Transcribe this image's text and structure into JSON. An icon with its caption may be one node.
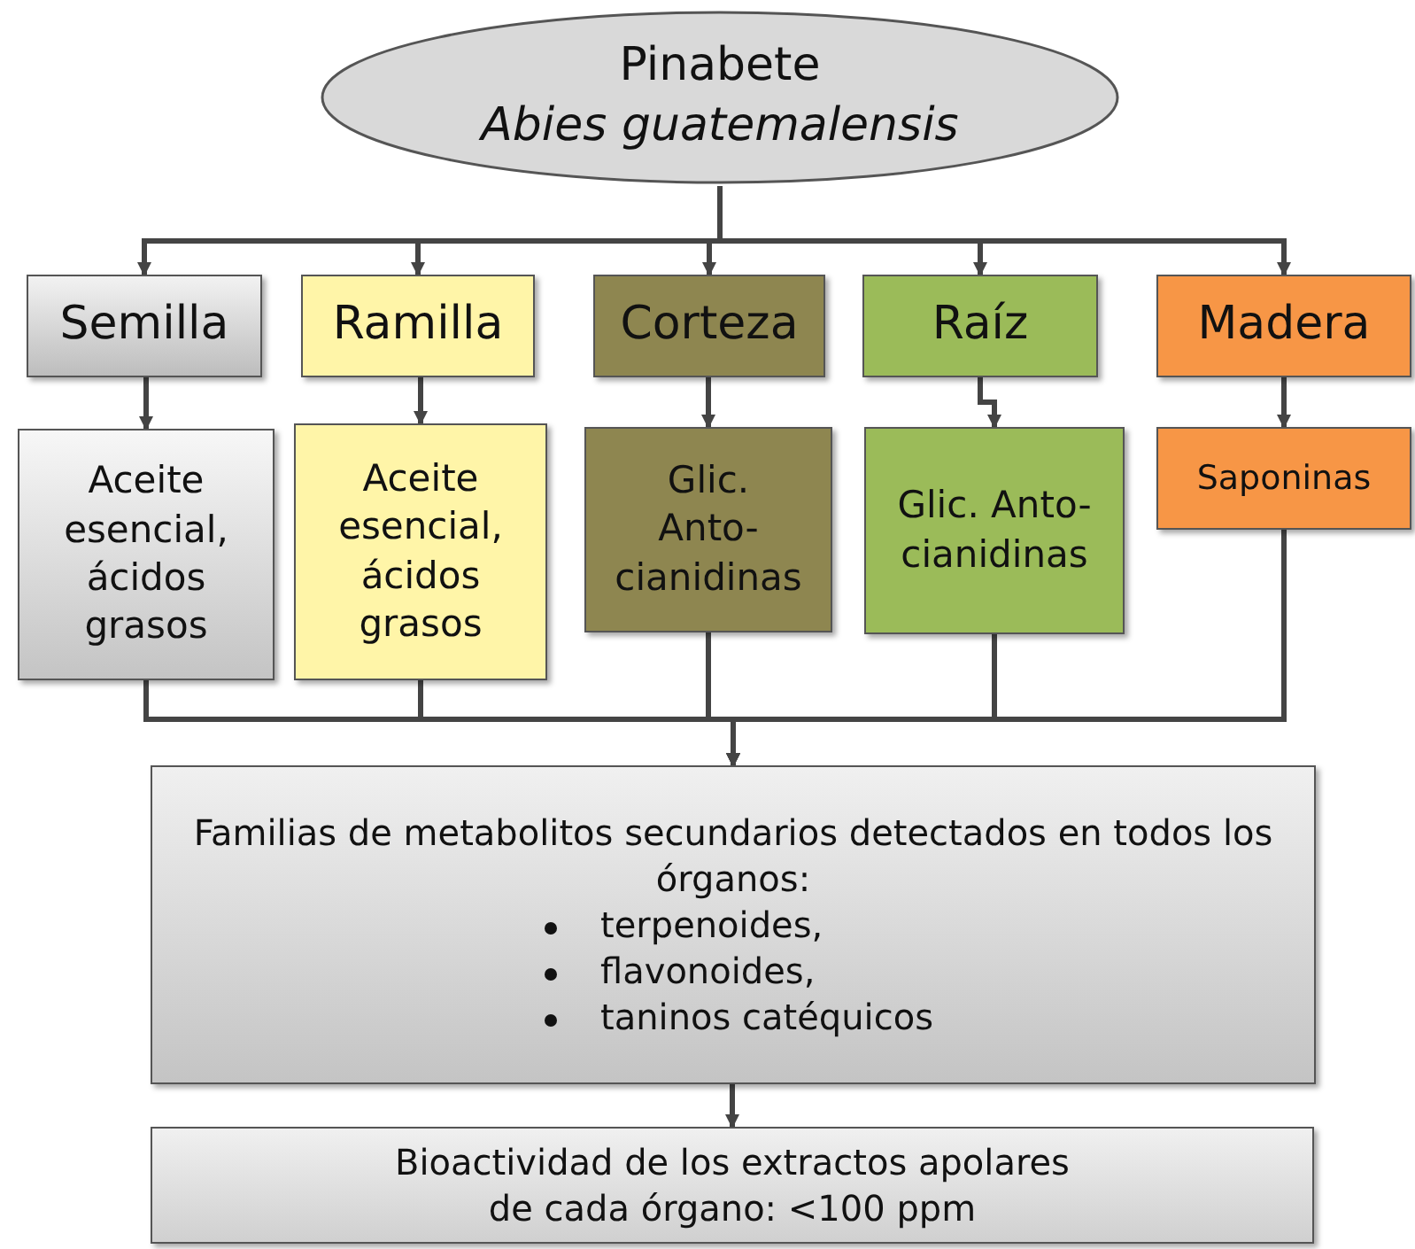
{
  "diagram": {
    "nodes": [
      {
        "text": [
          "Pinabete",
          "Abies guatemalensis"
        ]
      },
      {
        "text": [
          "Semilla"
        ]
      },
      {
        "text": [
          "Ramilla"
        ]
      },
      {
        "text": [
          "Corteza"
        ]
      },
      {
        "text": [
          "Raíz"
        ]
      },
      {
        "text": [
          "Madera"
        ]
      },
      {
        "text": [
          "Aceite esencial, ácidos grasos"
        ]
      },
      {
        "text": [
          "Aceite esencial, ácidos grasos"
        ]
      },
      {
        "text": [
          "Glic. Anto-cianidinas"
        ]
      },
      {
        "text": [
          "Glic. Anto-cianidinas"
        ]
      },
      {
        "text": [
          "Saponinas"
        ]
      },
      {
        "text": [
          "Familias de metabolitos secundarios detectados en todos los órganos:",
          "terpenoides,",
          "flavonoides,",
          "taninos catéquicos"
        ]
      },
      {
        "text": [
          "Bioactividad de los extractos apolares de cada órgano: <100 ppm"
        ]
      }
    ],
    "edges": [
      {
        "from": 0,
        "to": 1,
        "arrow": "to"
      },
      {
        "from": 0,
        "to": 2,
        "arrow": "to"
      },
      {
        "from": 0,
        "to": 3,
        "arrow": "to"
      },
      {
        "from": 0,
        "to": 4,
        "arrow": "to"
      },
      {
        "from": 0,
        "to": 5,
        "arrow": "to"
      },
      {
        "from": 1,
        "to": 6,
        "arrow": "to"
      },
      {
        "from": 2,
        "to": 7,
        "arrow": "to"
      },
      {
        "from": 3,
        "to": 8,
        "arrow": "to"
      },
      {
        "from": 4,
        "to": 9,
        "arrow": "to"
      },
      {
        "from": 5,
        "to": 10,
        "arrow": "to"
      },
      {
        "from": 6,
        "to": 11,
        "arrow": "to"
      },
      {
        "from": 7,
        "to": 11,
        "arrow": "to"
      },
      {
        "from": 8,
        "to": 11,
        "arrow": "to"
      },
      {
        "from": 9,
        "to": 11,
        "arrow": "to"
      },
      {
        "from": 10,
        "to": 11,
        "arrow": "to"
      },
      {
        "from": 11,
        "to": 12,
        "arrow": "to"
      }
    ]
  }
}
